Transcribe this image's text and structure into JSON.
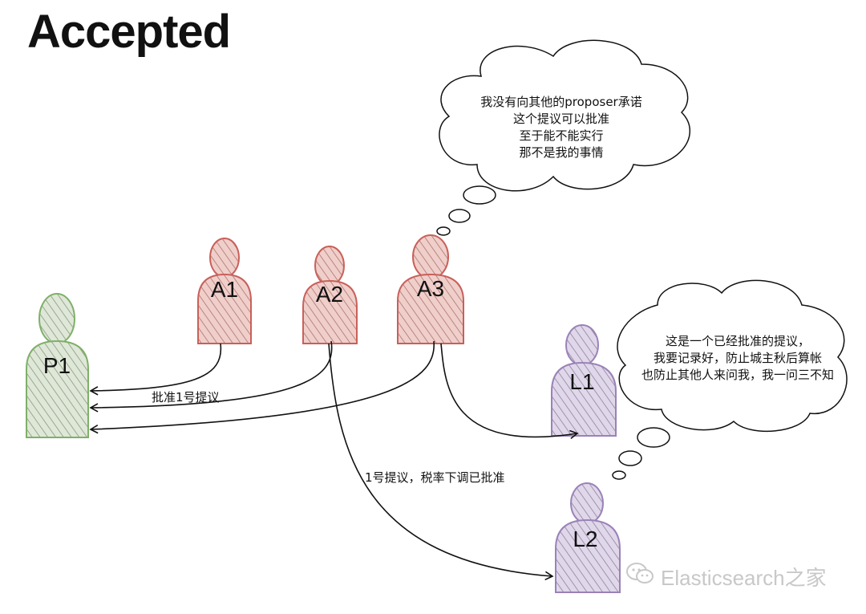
{
  "title": "Accepted",
  "actors": {
    "proposer": {
      "label": "P1",
      "color": "#7fb069"
    },
    "acceptors": [
      {
        "label": "A1",
        "color": "#c9605a"
      },
      {
        "label": "A2",
        "color": "#c9605a"
      },
      {
        "label": "A3",
        "color": "#c9605a"
      }
    ],
    "learners": [
      {
        "label": "L1",
        "color": "#9a82b8"
      },
      {
        "label": "L2",
        "color": "#9a82b8"
      }
    ]
  },
  "edge_labels": {
    "approve": "批准1号提议",
    "notify": "1号提议，税率下调已批准"
  },
  "thought_acceptor": {
    "lines": [
      "我没有向其他的proposer承诺",
      "这个提议可以批准",
      "至于能不能实行",
      "那不是我的事情"
    ]
  },
  "thought_learner": {
    "lines": [
      "这是一个已经批准的提议，",
      "我要记录好，防止城主秋后算帐",
      "也防止其他人来问我，我一问三不知"
    ]
  },
  "watermark": {
    "text": "Elasticsearch之家",
    "icon": "wechat-icon"
  }
}
